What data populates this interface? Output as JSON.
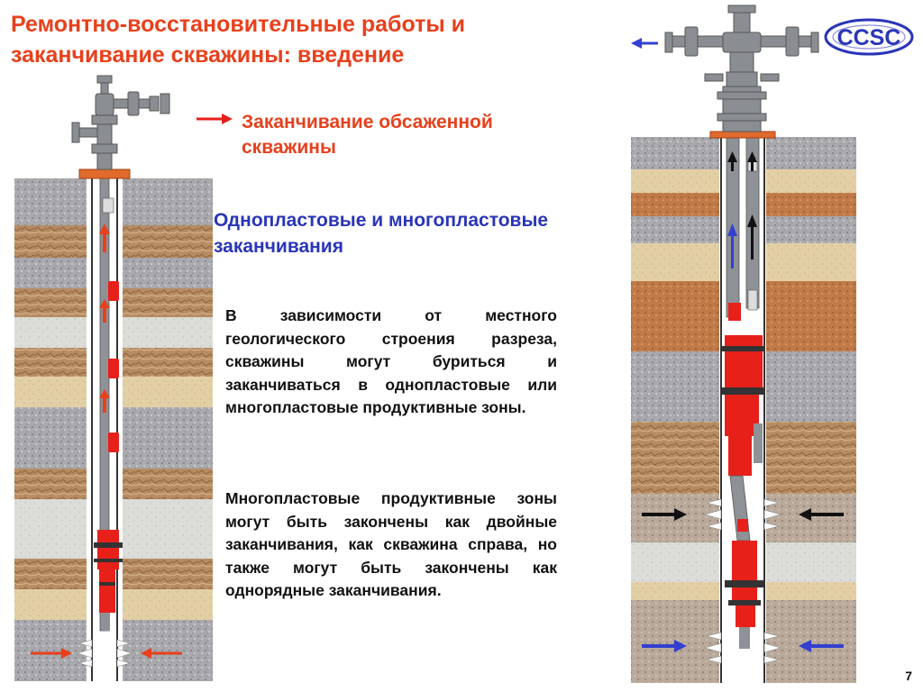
{
  "slide": {
    "title": "Ремонтно-восстановительные работы и заканчивание скважины: введение",
    "subtitle_cased": "Заканчивание обсаженной скважины",
    "subtitle_zones": "Однопластовые и многопластовые заканчивания",
    "paragraph_1": "В зависимости от местного геологического строения разреза, скважины могут буриться и заканчиваться в однопластовые или многопластовые продуктивные зоны.",
    "paragraph_2": "Многопластовые продуктивные зоны могут быть закончены как двойные заканчивания, как скважина справа, но также могут быть закончены как однорядные заканчивания.",
    "page_number": "7"
  },
  "logo": {
    "text": "CCSC",
    "color": "#2a35b8"
  },
  "colors": {
    "title": "#e8401c",
    "subtitle_blue": "#2a35b8",
    "red_equipment": "#e8201a",
    "flange": "#e06a2c",
    "flow_arrow_blue": "#3340d0",
    "inflow_arrow_black": "#111111",
    "gray_layer": "#a9a9ae",
    "brown_layer": "#b78c62",
    "tan_layer": "#e3cfa5",
    "light_layer": "#dcdcd8",
    "wellhead": "#8a8e93"
  },
  "icons": {
    "wellhead": "christmas-tree-icon",
    "flow_arrow": "arrow-icon",
    "perforation": "perforation-icon",
    "packer": "packer-icon"
  }
}
